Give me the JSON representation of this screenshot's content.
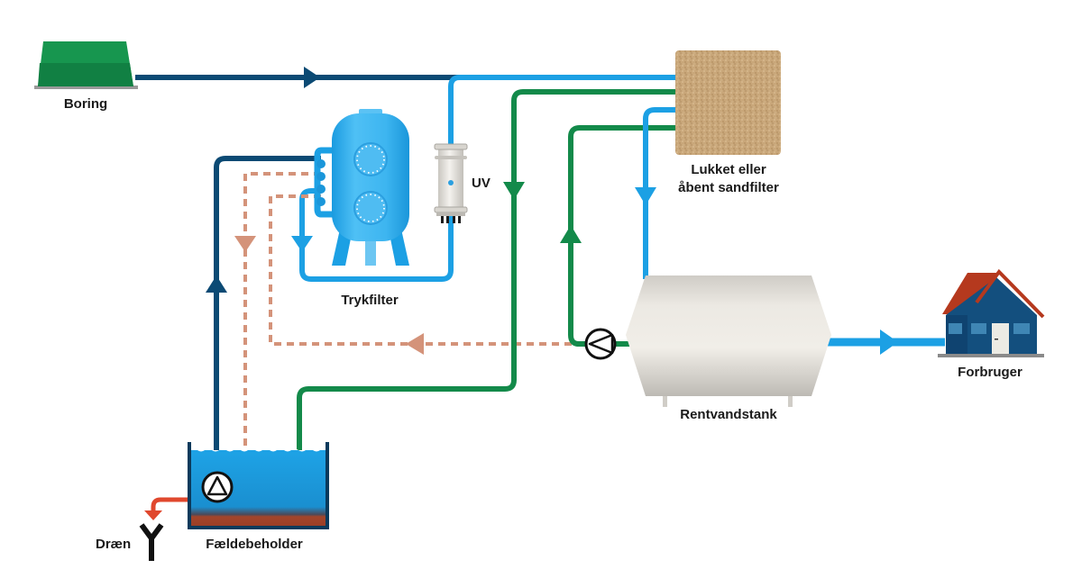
{
  "title": "Water treatment flow diagram",
  "colors": {
    "raw_water": "#0b4a74",
    "treated_water": "#1ca0e4",
    "backwash": "#138a4a",
    "sludge_return": "#d4937a",
    "drain": "#e0482e",
    "sand": "#c9a77a",
    "tank_body": "#e6e3dd",
    "house_body": "#134f7e",
    "house_roof": "#b5391e",
    "boring_green": "#17964f"
  },
  "components": {
    "boring": {
      "label": "Boring",
      "icon": "well-cover-icon"
    },
    "trykfilter": {
      "label": "Trykfilter",
      "icon": "pressure-filter-tank-icon"
    },
    "uv": {
      "label": "UV",
      "icon": "uv-lamp-icon"
    },
    "sandfilter": {
      "label_line1": "Lukket eller",
      "label_line2": "åbent sandfilter",
      "icon": "sand-filter-icon"
    },
    "rentvandstank": {
      "label": "Rentvandstank",
      "icon": "clean-water-tank-icon"
    },
    "forbruger": {
      "label": "Forbruger",
      "icon": "house-icon"
    },
    "faeldebeholder": {
      "label": "Fældebeholder",
      "icon": "sedimentation-tank-icon"
    },
    "draen": {
      "label": "Dræn",
      "icon": "drain-icon"
    }
  },
  "flows": [
    {
      "from": "Boring",
      "to": "Lukket eller åbent sandfilter",
      "type": "raw_water"
    },
    {
      "from": "Lukket eller åbent sandfilter",
      "to": "Rentvandstank",
      "type": "treated_water"
    },
    {
      "from": "Rentvandstank",
      "to": "Forbruger",
      "type": "treated_water"
    },
    {
      "from": "Rentvandstank",
      "to": "Lukket eller åbent sandfilter",
      "type": "backwash",
      "via": "pump"
    },
    {
      "from": "Lukket eller åbent sandfilter",
      "to": "Fældebeholder",
      "type": "backwash"
    },
    {
      "from": "Fældebeholder",
      "to": "Trykfilter",
      "type": "raw_water",
      "via": "pump"
    },
    {
      "from": "Trykfilter",
      "to": "UV",
      "type": "treated_water"
    },
    {
      "from": "Trykfilter",
      "to": "Fældebeholder",
      "type": "sludge_return"
    },
    {
      "from": "Rentvandstank",
      "to": "Fældebeholder",
      "type": "sludge_return"
    },
    {
      "from": "Fældebeholder",
      "to": "Dræn",
      "type": "drain"
    }
  ]
}
